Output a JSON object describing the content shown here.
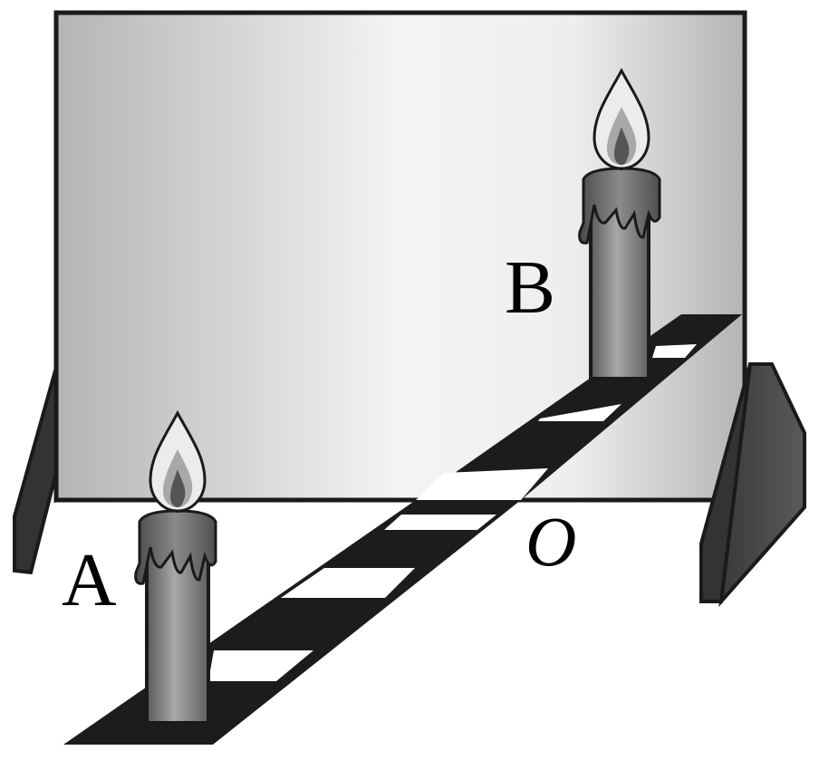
{
  "labels": {
    "candle_a": "A",
    "candle_b": "B",
    "point_o": "O"
  },
  "colors": {
    "outline": "#1a1a1a",
    "glass_light": "#f2f2f2",
    "glass_dark": "#b8b8b8",
    "stand": "#4a4a4a",
    "strip_dark": "#1c1c1c",
    "strip_light": "#ffffff",
    "candle_body": "#8c8c8c",
    "flame": "#e6e6e6"
  }
}
